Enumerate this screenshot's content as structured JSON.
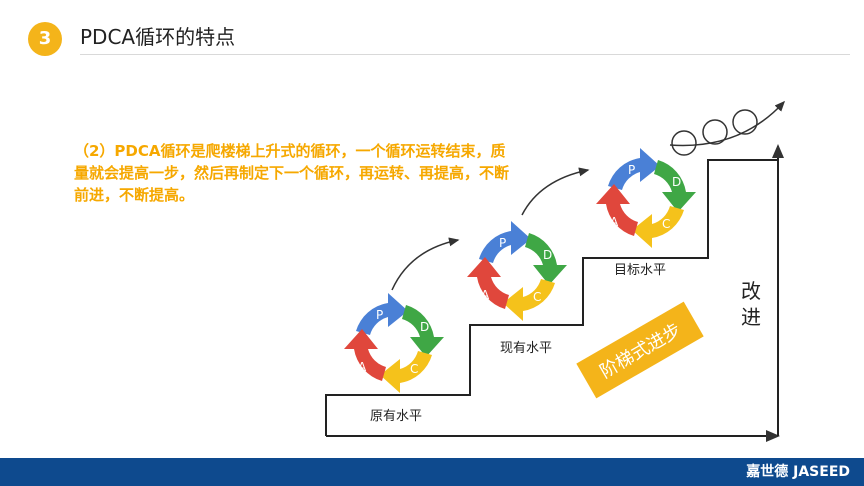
{
  "header": {
    "number": "3",
    "title": "PDCA循环的特点"
  },
  "description": "（2）PDCA循环是爬楼梯上升式的循环，一个循环运转结束，质量就会提高一步，然后再制定下一个循环，再运转、再提高，不断前进，不断提高。",
  "diagram": {
    "step_labels": [
      "原有水平",
      "现有水平",
      "目标水平"
    ],
    "cycle_letters": {
      "p": "P",
      "d": "D",
      "c": "C",
      "a": "A"
    },
    "axis_label_line1": "改",
    "axis_label_line2": "进",
    "banner": "阶梯式进步"
  },
  "colors": {
    "p": "#4a80d6",
    "d": "#3fa745",
    "c": "#f5c21b",
    "a": "#e0473c",
    "accent": "#f4b41a",
    "footer": "#0e4a8e"
  },
  "footer": {
    "brand": "嘉世德 JASEED"
  }
}
